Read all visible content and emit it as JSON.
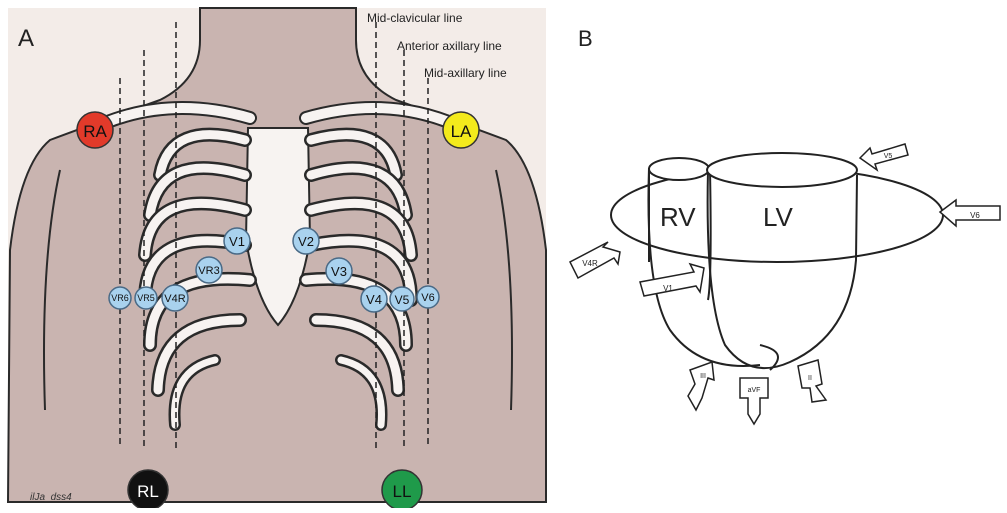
{
  "panel_a": {
    "label": "A",
    "lines": {
      "mid_clavicular": "Mid-clavicular line",
      "anterior_axillary": "Anterior axillary line",
      "mid_axillary": "Mid-axillary line"
    },
    "limb_electrodes": [
      {
        "id": "ra",
        "label": "RA",
        "color": "#e23a2a"
      },
      {
        "id": "la",
        "label": "LA",
        "color": "#f3ea1c"
      },
      {
        "id": "rl",
        "label": "RL",
        "color": "#111111"
      },
      {
        "id": "ll",
        "label": "LL",
        "color": "#1f9a4a"
      }
    ],
    "chest_electrodes": [
      {
        "id": "v1",
        "label": "V1"
      },
      {
        "id": "v2",
        "label": "V2"
      },
      {
        "id": "v3",
        "label": "V3"
      },
      {
        "id": "v4",
        "label": "V4"
      },
      {
        "id": "v5",
        "label": "V5"
      },
      {
        "id": "v6",
        "label": "V6"
      },
      {
        "id": "vr3",
        "label": "VR3"
      },
      {
        "id": "v4r",
        "label": "V4R"
      },
      {
        "id": "vr5",
        "label": "VR5"
      },
      {
        "id": "vr6",
        "label": "VR6"
      }
    ],
    "electrode_color": "#a9d2ee",
    "skin_color": "#c9b4b0",
    "signature": "ilJa_dss4"
  },
  "panel_b": {
    "label": "B",
    "chambers": {
      "rv": "RV",
      "lv": "LV"
    },
    "leads": [
      {
        "id": "v6",
        "label": "V6"
      },
      {
        "id": "v5",
        "label": "V5"
      },
      {
        "id": "v4r",
        "label": "V4R"
      },
      {
        "id": "v1",
        "label": "V1"
      },
      {
        "id": "iii",
        "label": "III"
      },
      {
        "id": "avf",
        "label": "aVF"
      },
      {
        "id": "ii",
        "label": "II"
      }
    ]
  }
}
